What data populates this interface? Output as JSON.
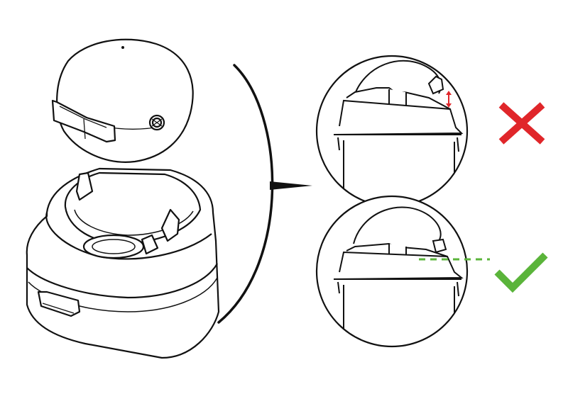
{
  "diagram": {
    "figures": [
      {
        "name": "lid",
        "role": "component being placed"
      },
      {
        "name": "base",
        "role": "receiving housing"
      }
    ],
    "insert_arrow": {
      "direction": "down"
    },
    "details": [
      {
        "name": "detail-incorrect",
        "verdict": "incorrect",
        "mark": "cross-icon",
        "indicator": "gap-arrow"
      },
      {
        "name": "detail-correct",
        "verdict": "correct",
        "mark": "checkmark-icon",
        "indicator": "flush-guide-line"
      }
    ],
    "colors": {
      "line": "#111111",
      "cross": "#e0262a",
      "check": "#5ab43a",
      "gap_arrow": "#e0262a",
      "guide_line": "#5ab43a"
    }
  }
}
